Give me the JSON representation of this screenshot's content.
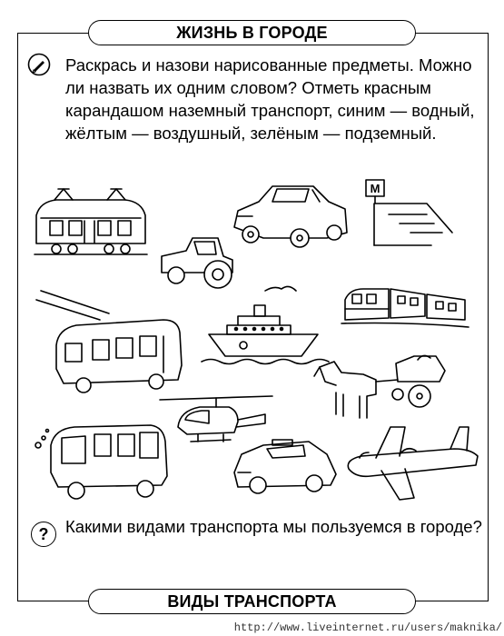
{
  "header": {
    "title": "ЖИЗНЬ В ГОРОДЕ"
  },
  "task": {
    "icon": "pencil-icon",
    "text": "Раскрась и назови нарисованные предметы. Можно ли назвать их одним словом? Отметь красным карандашом наземный транспорт, синим — водный, жёлтым — воздушный, зелёным — подземный."
  },
  "pictures": [
    {
      "name": "tram-icon"
    },
    {
      "name": "car-icon"
    },
    {
      "name": "metro-entrance-icon",
      "sign": "М"
    },
    {
      "name": "tractor-icon"
    },
    {
      "name": "trolleybus-icon"
    },
    {
      "name": "steamship-icon"
    },
    {
      "name": "train-icon"
    },
    {
      "name": "horse-carriage-icon"
    },
    {
      "name": "helicopter-icon"
    },
    {
      "name": "bus-icon"
    },
    {
      "name": "taxi-icon"
    },
    {
      "name": "airplane-icon"
    }
  ],
  "question": {
    "icon": "question-icon",
    "mark": "?",
    "text": "Какими видами транспорта мы пользуемся в городе?"
  },
  "footer": {
    "title": "ВИДЫ ТРАНСПОРТА"
  },
  "watermark": "http://www.liveinternet.ru/users/maknika/"
}
